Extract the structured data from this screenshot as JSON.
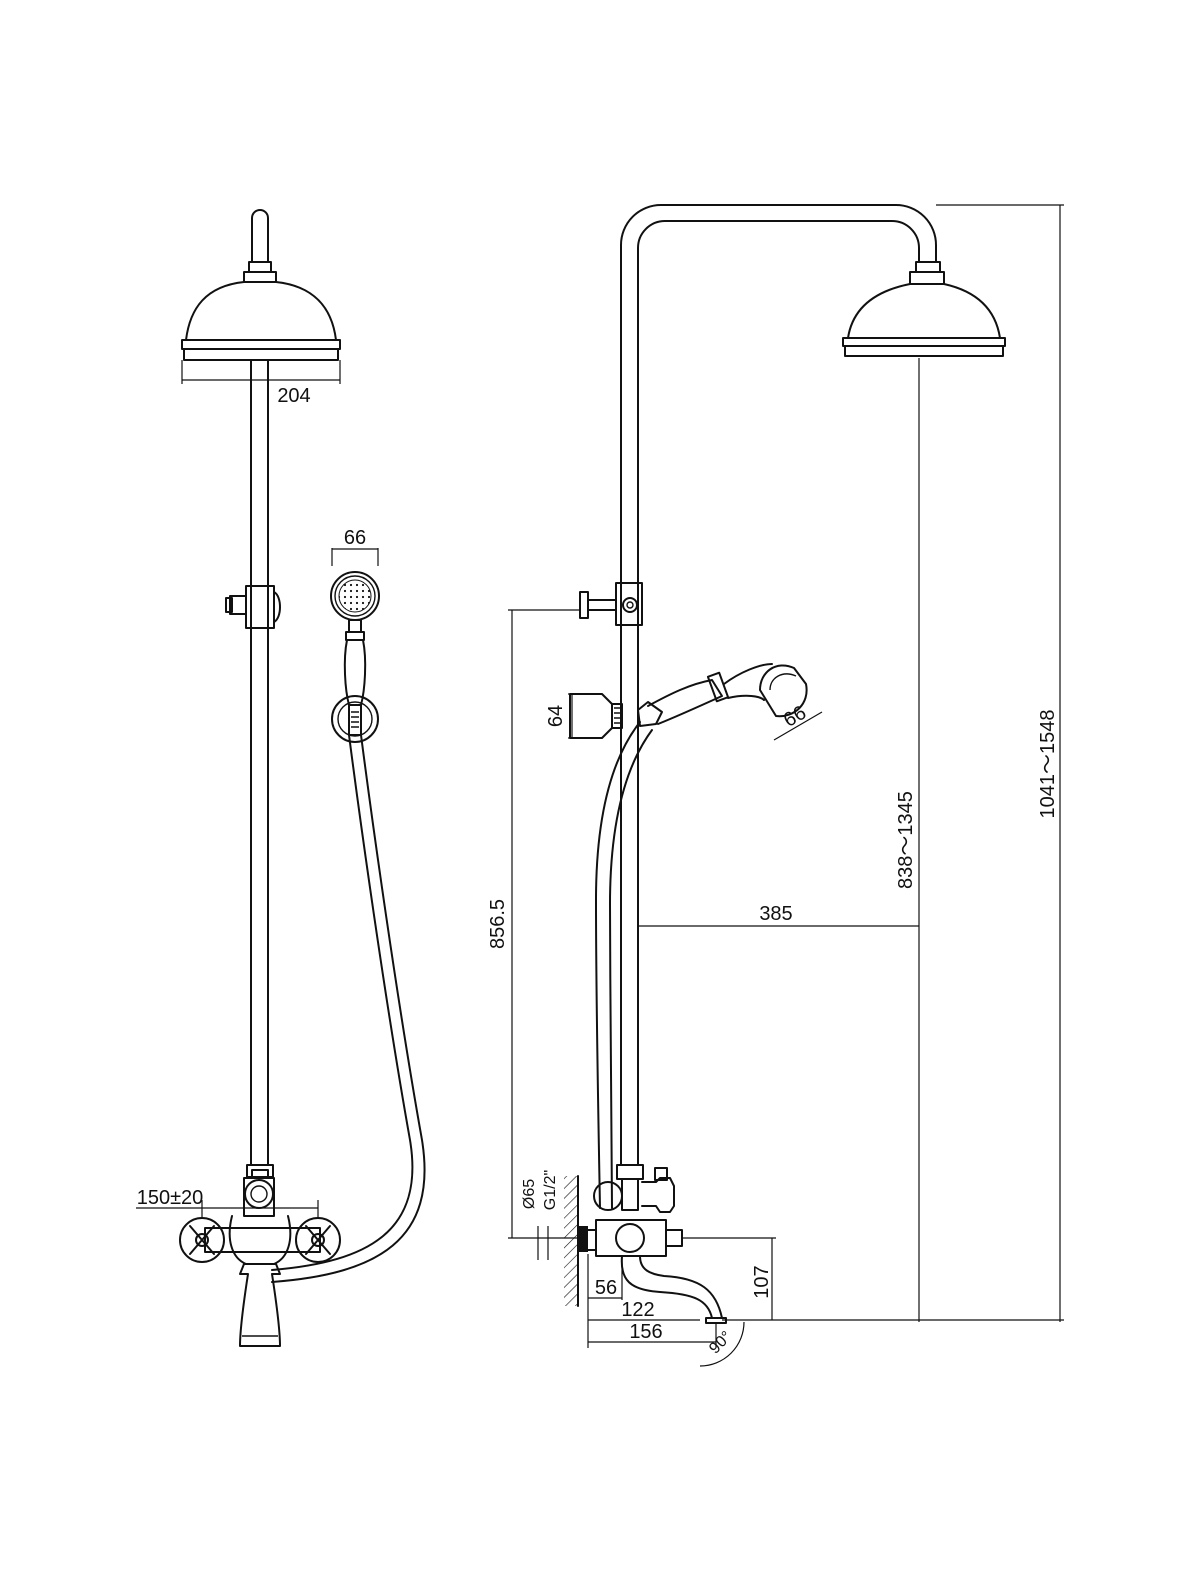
{
  "dimensions": {
    "head_diameter": "204",
    "hand_shower_width_front": "66",
    "mixer_centers": "150±20",
    "hand_holder": "64",
    "hand_shower_width_side": "66",
    "outlet_height": "856.5",
    "arm_projection": "385",
    "head_height_range": "838～1345",
    "total_height_range": "1041～1548",
    "flange_diameter": "Ø65",
    "thread": "G1/2\"",
    "spout_height": "107",
    "depth_56": "56",
    "depth_122": "122",
    "depth_156": "156",
    "spout_angle": "90°"
  }
}
